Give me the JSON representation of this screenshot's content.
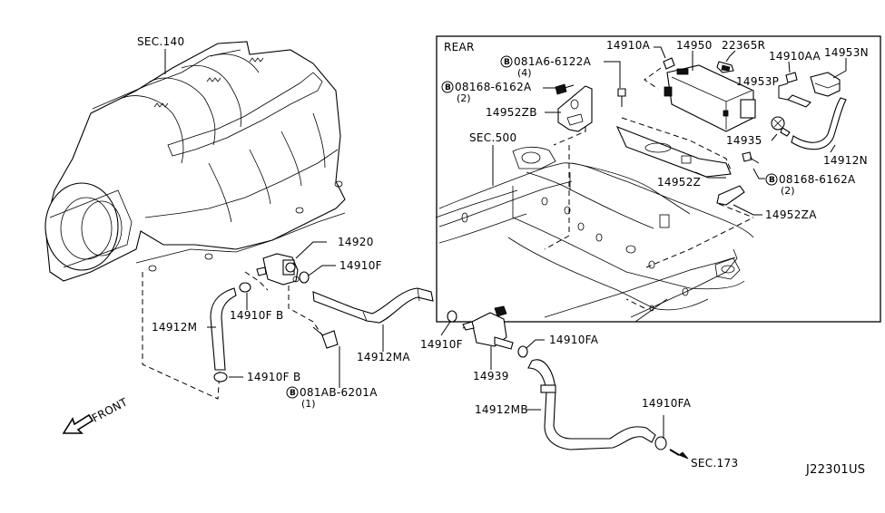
{
  "diagram": {
    "title": "Evaporative Emission Control / Canister Piping Parts Diagram",
    "figure_id": "J22301US",
    "inset_title": "REAR",
    "orientation": {
      "label": "FRONT",
      "icon": "arrow-down-left-icon"
    },
    "section_refs": [
      {
        "id": "sec-140",
        "label": "SEC.140",
        "refers_to": "intake manifold"
      },
      {
        "id": "sec-500",
        "label": "SEC.500",
        "refers_to": "frame"
      },
      {
        "id": "sec-173",
        "label": "SEC.173",
        "refers_to": "fuel tank piping"
      }
    ],
    "callouts_main": [
      {
        "id": "14920",
        "label": "14920",
        "part": "purge control valve"
      },
      {
        "id": "14910F-1",
        "label": "14910F",
        "part": "hose clamp"
      },
      {
        "id": "14910FB-1",
        "label": "14910F B",
        "part": "hose clamp"
      },
      {
        "id": "14912M",
        "label": "14912M",
        "part": "hose"
      },
      {
        "id": "14910FB-2",
        "label": "14910F B",
        "part": "hose clamp"
      },
      {
        "id": "bolt-081AB",
        "label": "081AB-6201A",
        "qty": "(1)",
        "badge": "B"
      },
      {
        "id": "14912MA",
        "label": "14912MA",
        "part": "hose"
      },
      {
        "id": "14910F-2",
        "label": "14910F",
        "part": "hose clamp"
      },
      {
        "id": "14939",
        "label": "14939",
        "part": "valve"
      },
      {
        "id": "14910FA-1",
        "label": "14910FA",
        "part": "hose clamp"
      },
      {
        "id": "14912MB",
        "label": "14912MB",
        "part": "hose"
      },
      {
        "id": "14910FA-2",
        "label": "14910FA",
        "part": "hose clamp"
      }
    ],
    "callouts_inset": [
      {
        "id": "bolt-081A6",
        "label": "081A6-6122A",
        "qty": "(4)",
        "badge": "B"
      },
      {
        "id": "bolt-08168-a",
        "label": "08168-6162A",
        "qty": "(2)",
        "badge": "B"
      },
      {
        "id": "14952ZB",
        "label": "14952ZB",
        "part": "bracket"
      },
      {
        "id": "14910A",
        "label": "14910A",
        "part": "clip"
      },
      {
        "id": "14950",
        "label": "14950",
        "part": "canister"
      },
      {
        "id": "22365R",
        "label": "22365R",
        "part": "sensor"
      },
      {
        "id": "14910AA",
        "label": "14910AA",
        "part": "clip"
      },
      {
        "id": "14953N",
        "label": "14953N",
        "part": "filter"
      },
      {
        "id": "14953P",
        "label": "14953P",
        "part": "bracket"
      },
      {
        "id": "14935",
        "label": "14935",
        "part": "valve"
      },
      {
        "id": "14912N",
        "label": "14912N",
        "part": "hose"
      },
      {
        "id": "bolt-08168-b",
        "label": "08168-6162A",
        "qty": "(2)",
        "badge": "B"
      },
      {
        "id": "14952Z",
        "label": "14952Z",
        "part": "bracket"
      },
      {
        "id": "14952ZA",
        "label": "14952ZA",
        "part": "bracket"
      }
    ]
  }
}
